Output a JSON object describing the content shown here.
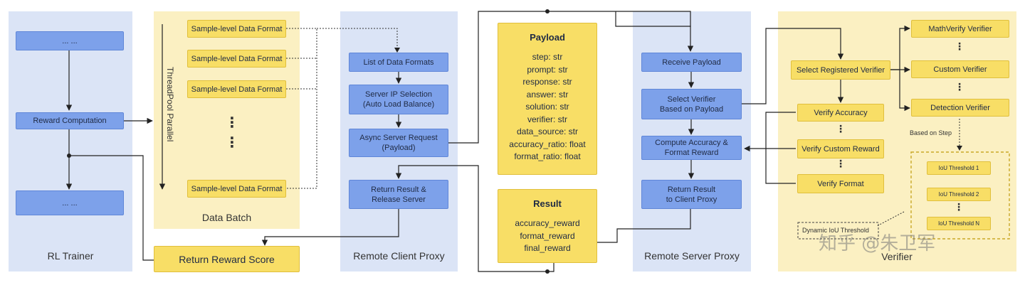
{
  "rl_trainer": {
    "title": "RL Trainer",
    "top_node": "... ...",
    "reward_node": "Reward Computation",
    "bottom_node": "... ..."
  },
  "data_batch": {
    "title": "Data Batch",
    "parallel_label": "ThreadPool  Parallel",
    "formats": [
      "Sample-level Data Format",
      "Sample-level Data Format",
      "Sample-level Data Format",
      "Sample-level Data Format"
    ],
    "dots": "⋮"
  },
  "return_reward": {
    "label": "Return Reward Score"
  },
  "client_proxy": {
    "title": "Remote Client  Proxy",
    "steps": [
      "List of Data Formats",
      "Server IP Selection\n(Auto Load Balance)",
      "Async Server Request\n(Payload)",
      "Return Result &\nRelease Server"
    ]
  },
  "payload": {
    "title": "Payload",
    "fields": [
      "step: str",
      "prompt: str",
      "response: str",
      "answer: str",
      "solution: str",
      "verifier: str",
      "data_source: str",
      "accuracy_ratio: float",
      "format_ratio: float"
    ]
  },
  "result": {
    "title": "Result",
    "fields": [
      "accuracy_reward",
      "format_reward",
      "final_reward"
    ]
  },
  "server_proxy": {
    "title": "Remote Server Proxy",
    "steps": [
      "Receive Payload",
      "Select Verifier\nBased on Payload",
      "Compute Accuracy &\nFormat Reward",
      "Return Result\nto Client Proxy"
    ]
  },
  "verifier": {
    "title": "Verifier",
    "select_registered": "Select Registered Verifier",
    "registered": [
      "MathVerify Verifier",
      "Custom Verifier",
      "Detection  Verifier"
    ],
    "verify_steps": [
      "Verify Accuracy",
      "Verify Custom Reward",
      "Verify Format"
    ],
    "based_on_step": "Based on Step",
    "thresholds": [
      "IoU Threshold 1",
      "IoU Threshold 2",
      "IoU Threshold N"
    ],
    "dynamic_label": "Dynamic IoU Threshold",
    "dots": "⋮"
  },
  "watermark": "知乎 @朱卫军",
  "colors": {
    "panel_blue": "#dbe4f6",
    "panel_yellow": "#fbf0c2",
    "node_blue": "#7da1ea",
    "node_yellow": "#f8de66"
  }
}
